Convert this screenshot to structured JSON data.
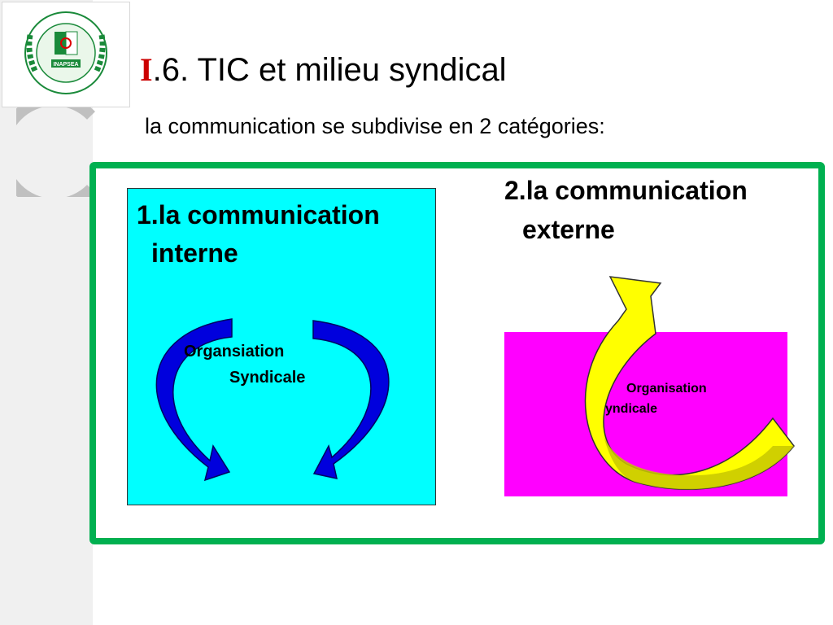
{
  "slide": {
    "title_prefix": "I",
    "title_number": ".6.",
    "title_text": " TIC et milieu syndical",
    "subtitle": "la communication se subdivise en 2 catégories:"
  },
  "interne": {
    "line1": "1.la communication",
    "line2": "interne",
    "org_line1": "Organsiation",
    "org_line2": "Syndicale"
  },
  "externe": {
    "line1": "2.la communication",
    "line2": "externe",
    "org_line1": "Organisation",
    "org_line2": "yndicale"
  },
  "logo": {
    "text": "INAPSEA"
  },
  "colors": {
    "frame": "#00b050",
    "interne_bg": "#00ffff",
    "externe_bg": "#ff00ff",
    "arrow_blue": "#0000dd",
    "arrow_yellow": "#ffff00",
    "title_roman": "#cc0000"
  }
}
